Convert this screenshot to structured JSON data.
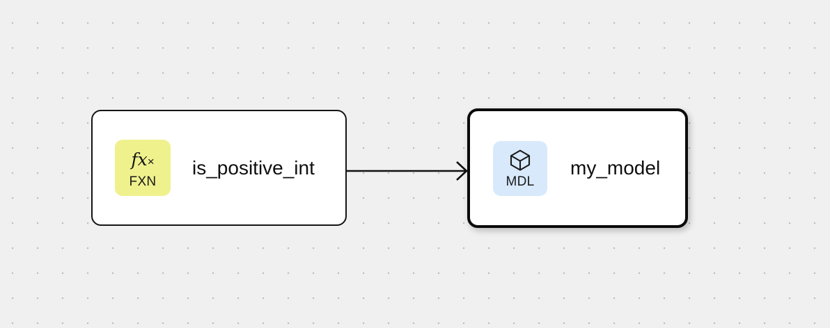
{
  "canvas": {
    "background_color": "#f0f0f0",
    "dot_color": "#bcbcbc",
    "grid_spacing": 36
  },
  "graph": {
    "nodes": [
      {
        "id": "is_positive_int",
        "title": "is_positive_int",
        "badge": {
          "glyph": "fx",
          "glyph_multiply": "×",
          "label": "FXN",
          "icon_name": "function-icon",
          "color": "#eff18d"
        },
        "selected": false,
        "border_color": "#141414"
      },
      {
        "id": "my_model",
        "title": "my_model",
        "badge": {
          "glyph": "",
          "glyph_multiply": "",
          "label": "MDL",
          "icon_name": "cube-icon",
          "color": "#d8e9fb"
        },
        "selected": true,
        "border_color": "#0a0a0a"
      }
    ],
    "edges": [
      {
        "id": "edge-fxn-to-mdl",
        "source": "is_positive_int",
        "target": "my_model",
        "color": "#111111",
        "arrow": "open-chevron"
      }
    ]
  }
}
